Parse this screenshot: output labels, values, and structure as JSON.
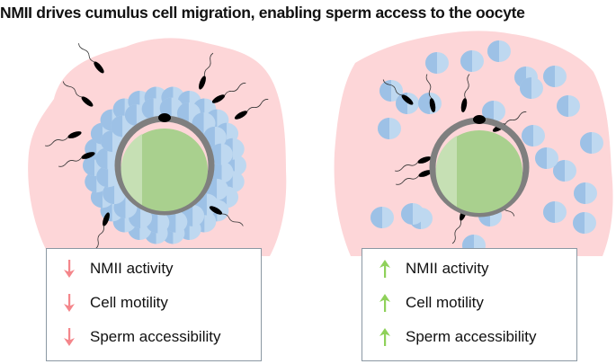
{
  "title": "NMII drives cumulus cell migration, enabling sperm access to the oocyte",
  "colors": {
    "matrix": "#fdd6d8",
    "cell_dark": "#9dc1e6",
    "cell_light": "#bed8f0",
    "zona": "#7f7f7f",
    "oocyte_dark": "#a9d08e",
    "oocyte_light": "#c6e0b4",
    "sperm": "#000000",
    "down_arrow": "#f4868b",
    "up_arrow": "#8fd15a"
  },
  "panels": [
    {
      "id": "low-nmii",
      "state": "compact cumulus (cells clustered around oocyte)",
      "legend": [
        {
          "direction": "down",
          "label": "NMII activity"
        },
        {
          "direction": "down",
          "label": "Cell motility"
        },
        {
          "direction": "down",
          "label": "Sperm accessibility"
        }
      ]
    },
    {
      "id": "high-nmii",
      "state": "expanded cumulus (cells dispersed, sperm reach zona)",
      "legend": [
        {
          "direction": "up",
          "label": "NMII activity"
        },
        {
          "direction": "up",
          "label": "Cell motility"
        },
        {
          "direction": "up",
          "label": "Sperm accessibility"
        }
      ]
    }
  ]
}
